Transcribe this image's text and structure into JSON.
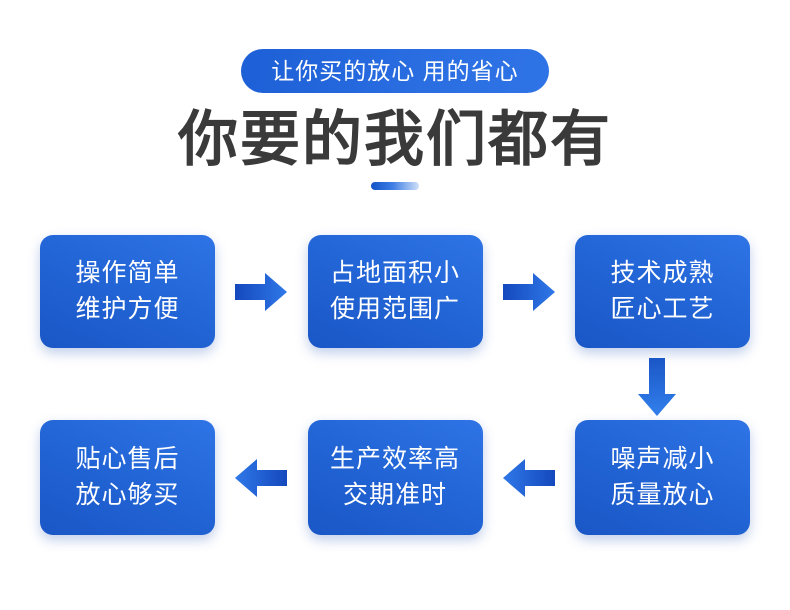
{
  "header": {
    "badge": "让你买的放心 用的省心",
    "title": "你要的我们都有",
    "divider_icon": "gradient-divider-bar"
  },
  "colors": {
    "brand_blue": "#2468d9",
    "brand_blue_dark": "#1a56c6",
    "brand_blue_light": "#2f74e6",
    "title_text": "#3a3a3a",
    "card_text": "#ffffff",
    "background": "#ffffff"
  },
  "flow": {
    "top_row": [
      {
        "line1": "操作简单",
        "line2": "维护方便"
      },
      {
        "line1": "占地面积小",
        "line2": "使用范围广"
      },
      {
        "line1": "技术成熟",
        "line2": "匠心工艺"
      }
    ],
    "bottom_row": [
      {
        "line1": "贴心售后",
        "line2": "放心够买"
      },
      {
        "line1": "生产效率高",
        "line2": "交期准时"
      },
      {
        "line1": "噪声减小",
        "line2": "质量放心"
      }
    ],
    "connectors": [
      {
        "name": "arrow-right-1",
        "direction": "right"
      },
      {
        "name": "arrow-right-2",
        "direction": "right"
      },
      {
        "name": "arrow-down-1",
        "direction": "down"
      },
      {
        "name": "arrow-left-1",
        "direction": "left"
      },
      {
        "name": "arrow-left-2",
        "direction": "left"
      }
    ]
  }
}
